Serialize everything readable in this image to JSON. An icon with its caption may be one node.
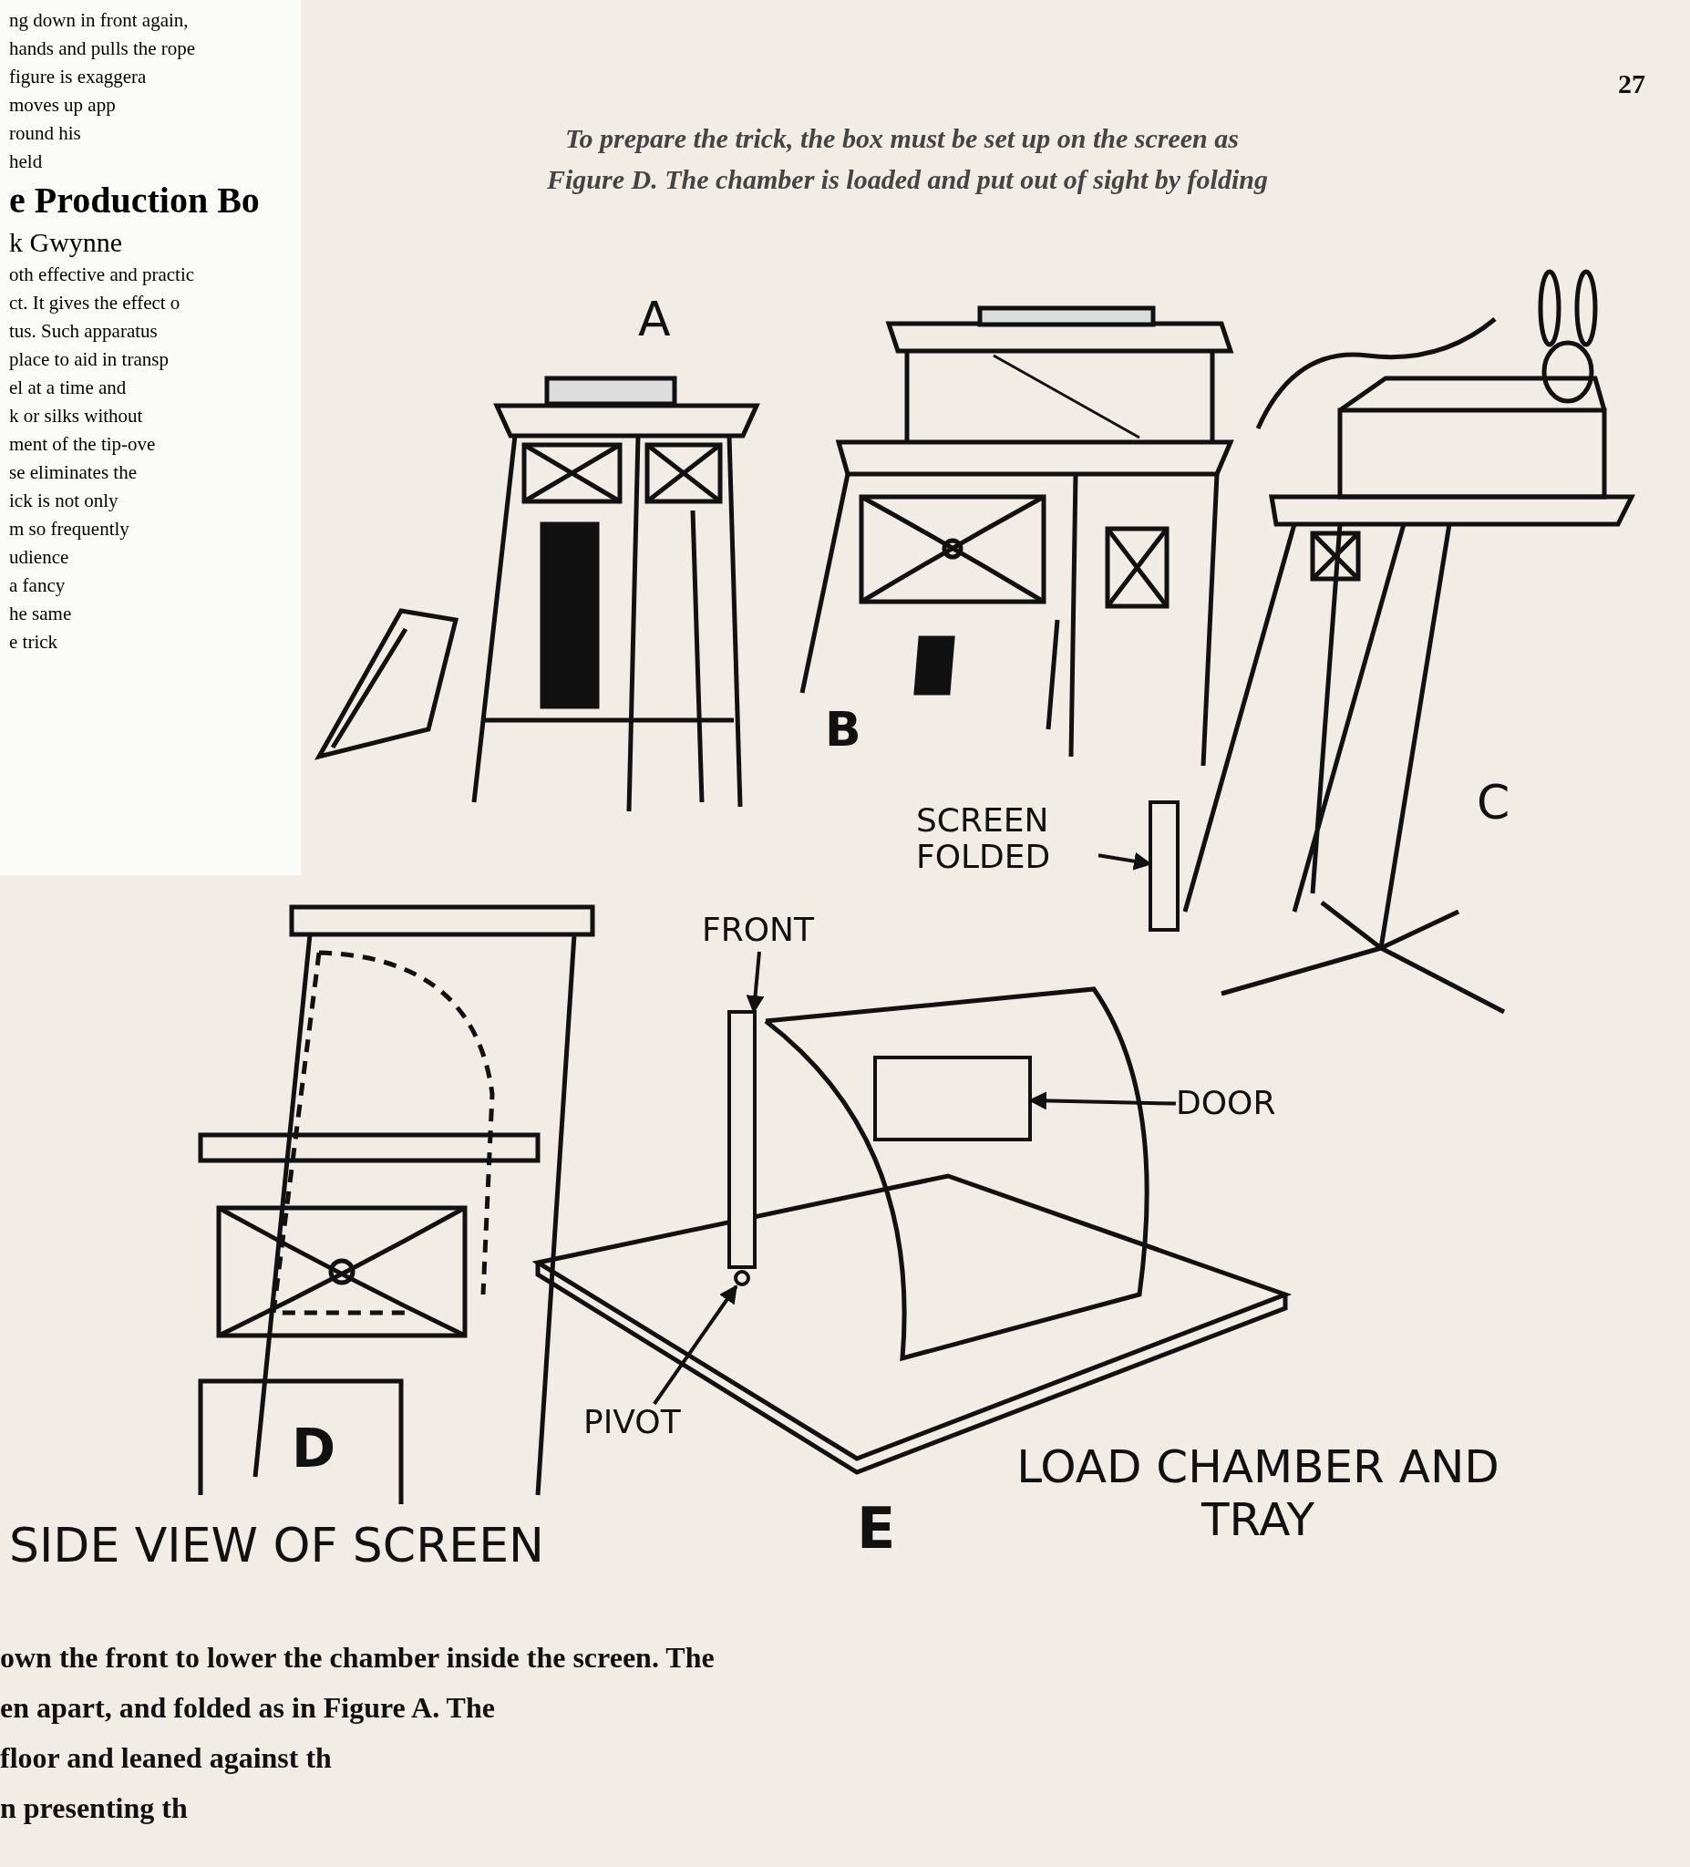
{
  "diagram": {
    "nodes": [
      {
        "text": [
          "SCREEN FOLDED"
        ]
      },
      {
        "text": [],
        "shape": "box"
      },
      {
        "text": [
          "FRONT"
        ]
      },
      {
        "text": [],
        "shape": "box"
      },
      {
        "text": [
          "DOOR"
        ]
      },
      {
        "text": [],
        "shape": "box"
      },
      {
        "text": [
          "PIVOT"
        ]
      },
      {
        "text": [],
        "shape": "circle"
      }
    ],
    "edges": [
      {
        "from": 0,
        "to": 1,
        "arrow": "to"
      },
      {
        "from": 2,
        "to": 3,
        "arrow": "to"
      },
      {
        "from": 4,
        "to": 5,
        "arrow": "to"
      },
      {
        "from": 6,
        "to": 7,
        "arrow": "to"
      }
    ],
    "labels": [
      "ng down in front again,",
      "hands and pulls the rope",
      "figure is exaggera",
      "moves up app",
      "round his",
      "held",
      "e Production Bo",
      "k Gwynne",
      "oth effective and practic",
      "ct. It gives the effect o",
      "tus. Such apparatus",
      "place to aid in transp",
      "el at a time and",
      "k or silks without",
      "ment of the tip-ove",
      "se eliminates the",
      "ick is not only",
      "m so frequently",
      "udience",
      "a fancy",
      "he same",
      "e trick",
      "27",
      "To prepare the trick, the box must be set up on the screen as",
      "Figure D. The chamber is loaded and put out of sight by folding",
      "A",
      "B",
      "C",
      "D",
      "SIDE VIEW OF SCREEN",
      "E",
      "LOAD CHAMBER AND TRAY",
      "own the front to lower the chamber inside the screen. The",
      "en apart, and folded as in Figure A. The",
      "floor and leaned against th",
      "n presenting th"
    ]
  }
}
